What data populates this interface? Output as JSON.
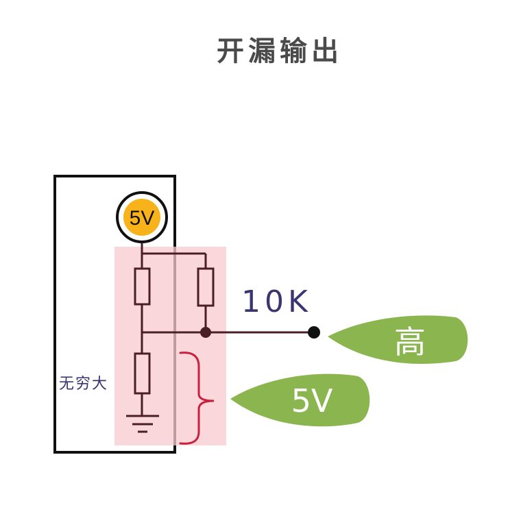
{
  "title": "开漏输出",
  "source": {
    "label": "5V",
    "fill": "#F8B31A",
    "ring": "#111111"
  },
  "pullup_label": "10K",
  "infinite_label": "无穷大",
  "callout_output": {
    "label": "高",
    "color": "#8AB54F"
  },
  "callout_voltage": {
    "label": "5V",
    "color": "#8AB54F"
  },
  "colors": {
    "wire": "#4a1e26",
    "box": "#111111",
    "highlight": "#F7C9CF",
    "brace": "#C8203E",
    "label_text": "#3a3470"
  }
}
